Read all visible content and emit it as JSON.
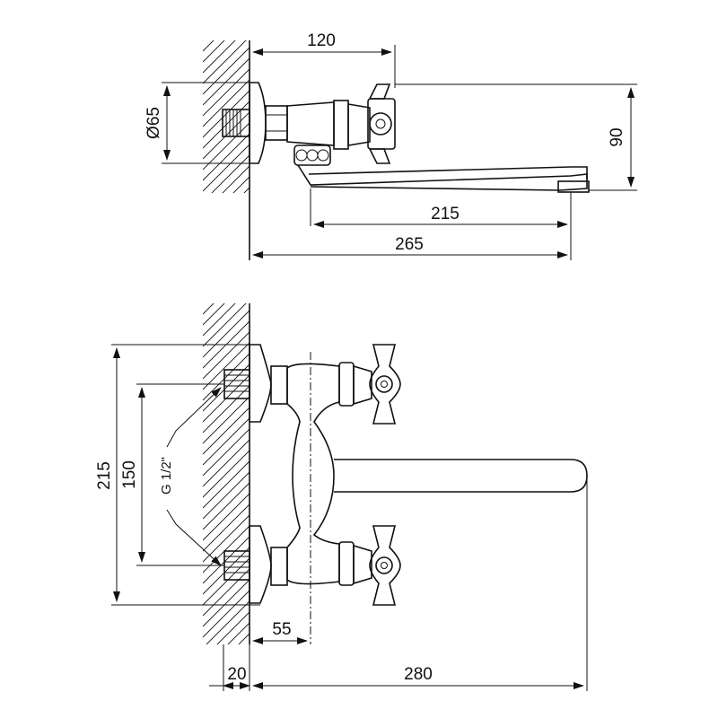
{
  "top_view": {
    "dim_width": "120",
    "dim_diameter": "Ø65",
    "dim_height": "90",
    "dim_spout": "215",
    "dim_total": "265"
  },
  "front_view": {
    "dim_total_height": "215",
    "dim_inlet_spacing": "150",
    "thread_note": "G 1/2\"",
    "dim_offset": "55",
    "dim_wall": "20",
    "dim_reach": "280"
  }
}
